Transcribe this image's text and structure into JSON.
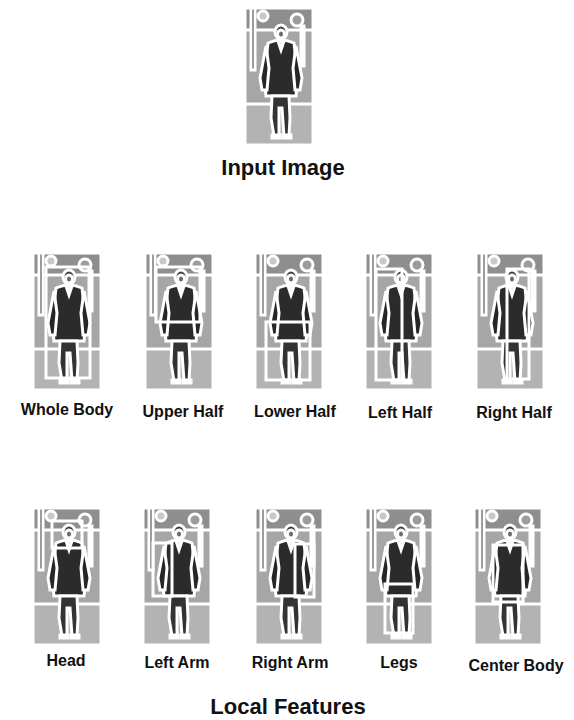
{
  "diagram": {
    "labels": [
      "Input Image",
      "Whole Body",
      "Upper Half",
      "Lower Half",
      "Left Half",
      "Right Half",
      "Head",
      "Left Arm",
      "Right Arm",
      "Legs",
      "Center Body",
      "Local Features"
    ]
  }
}
